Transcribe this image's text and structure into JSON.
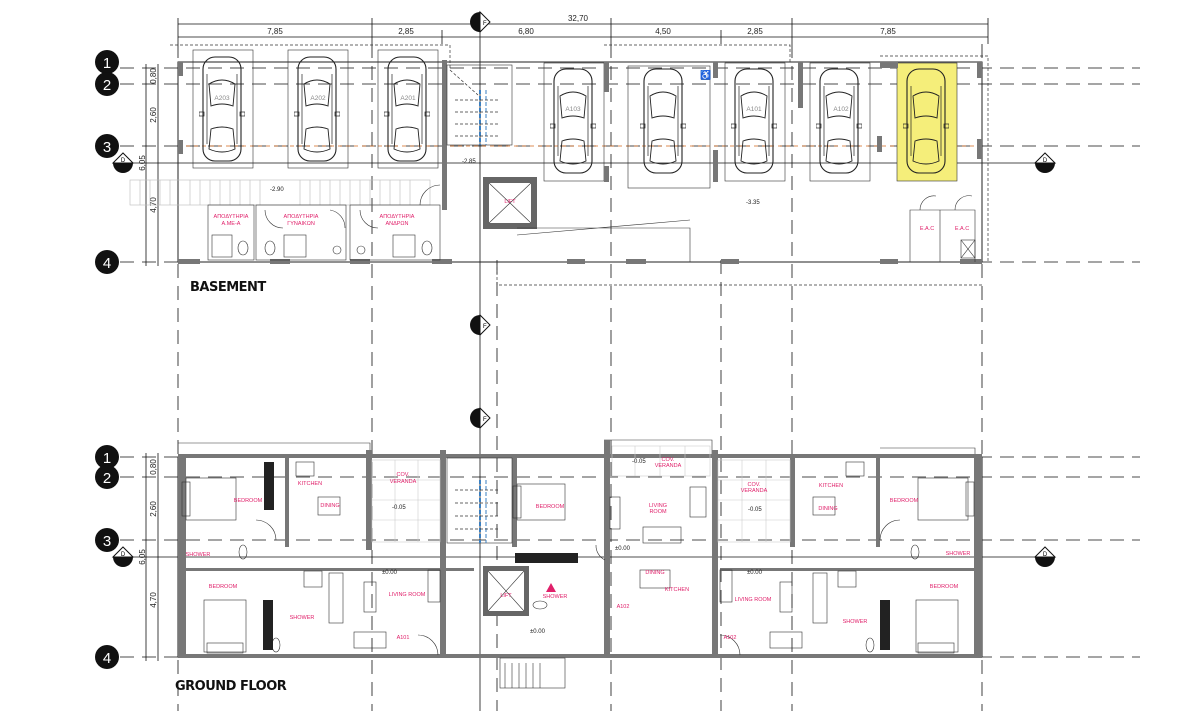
{
  "dimensions": {
    "total": "32,70",
    "segments": [
      "7,85",
      "2,85",
      "6,80",
      "4,50",
      "2,85",
      "7,85"
    ],
    "vertical": [
      "0,80",
      "2,60",
      "6,05",
      "4,70"
    ]
  },
  "grid_axes": [
    "1",
    "2",
    "3",
    "4"
  ],
  "section_markers": {
    "horizontal": "D",
    "vertical": "F"
  },
  "basement": {
    "title": "BASEMENT",
    "parking_spots": [
      "A203",
      "A202",
      "A201",
      "A103",
      "A101",
      "A102"
    ],
    "highlight_color": "#f5ee7a",
    "rooms": {
      "changing_disabled": [
        "ΑΠΟΔΥΤΗΡΙΑ",
        "Α.ΜΕ-Α"
      ],
      "changing_women": [
        "ΑΠΟΔΥΤΗΡΙΑ",
        "ΓΥΝΑΙΚΩΝ"
      ],
      "changing_men": [
        "ΑΠΟΔΥΤΗΡΙΑ",
        "ΑΝΔΡΩΝ"
      ],
      "lift": "LIFT",
      "eac_1": "E.A.C",
      "eac_2": "E.A.C"
    },
    "levels": [
      "-2.90",
      "-2.85",
      "-3.35"
    ]
  },
  "ground_floor": {
    "title": "GROUND FLOOR",
    "labels": {
      "bedroom": "BEDROOM",
      "kitchen": "KITCHEN",
      "dining": "DINING",
      "cov": "COV.",
      "veranda": "VERANDA",
      "shower": "SHOWER",
      "living_room": "LIVING ROOM",
      "living": "LIVING",
      "room": "ROOM",
      "lift": "LIFT",
      "a101": "A101",
      "a102": "A102"
    },
    "levels": {
      "minus": "-0.05",
      "zero": "±0.00"
    }
  },
  "colors": {
    "room_label": "#e0206a",
    "axis_line": "#d2691e",
    "stair": "#3a7fc1"
  }
}
